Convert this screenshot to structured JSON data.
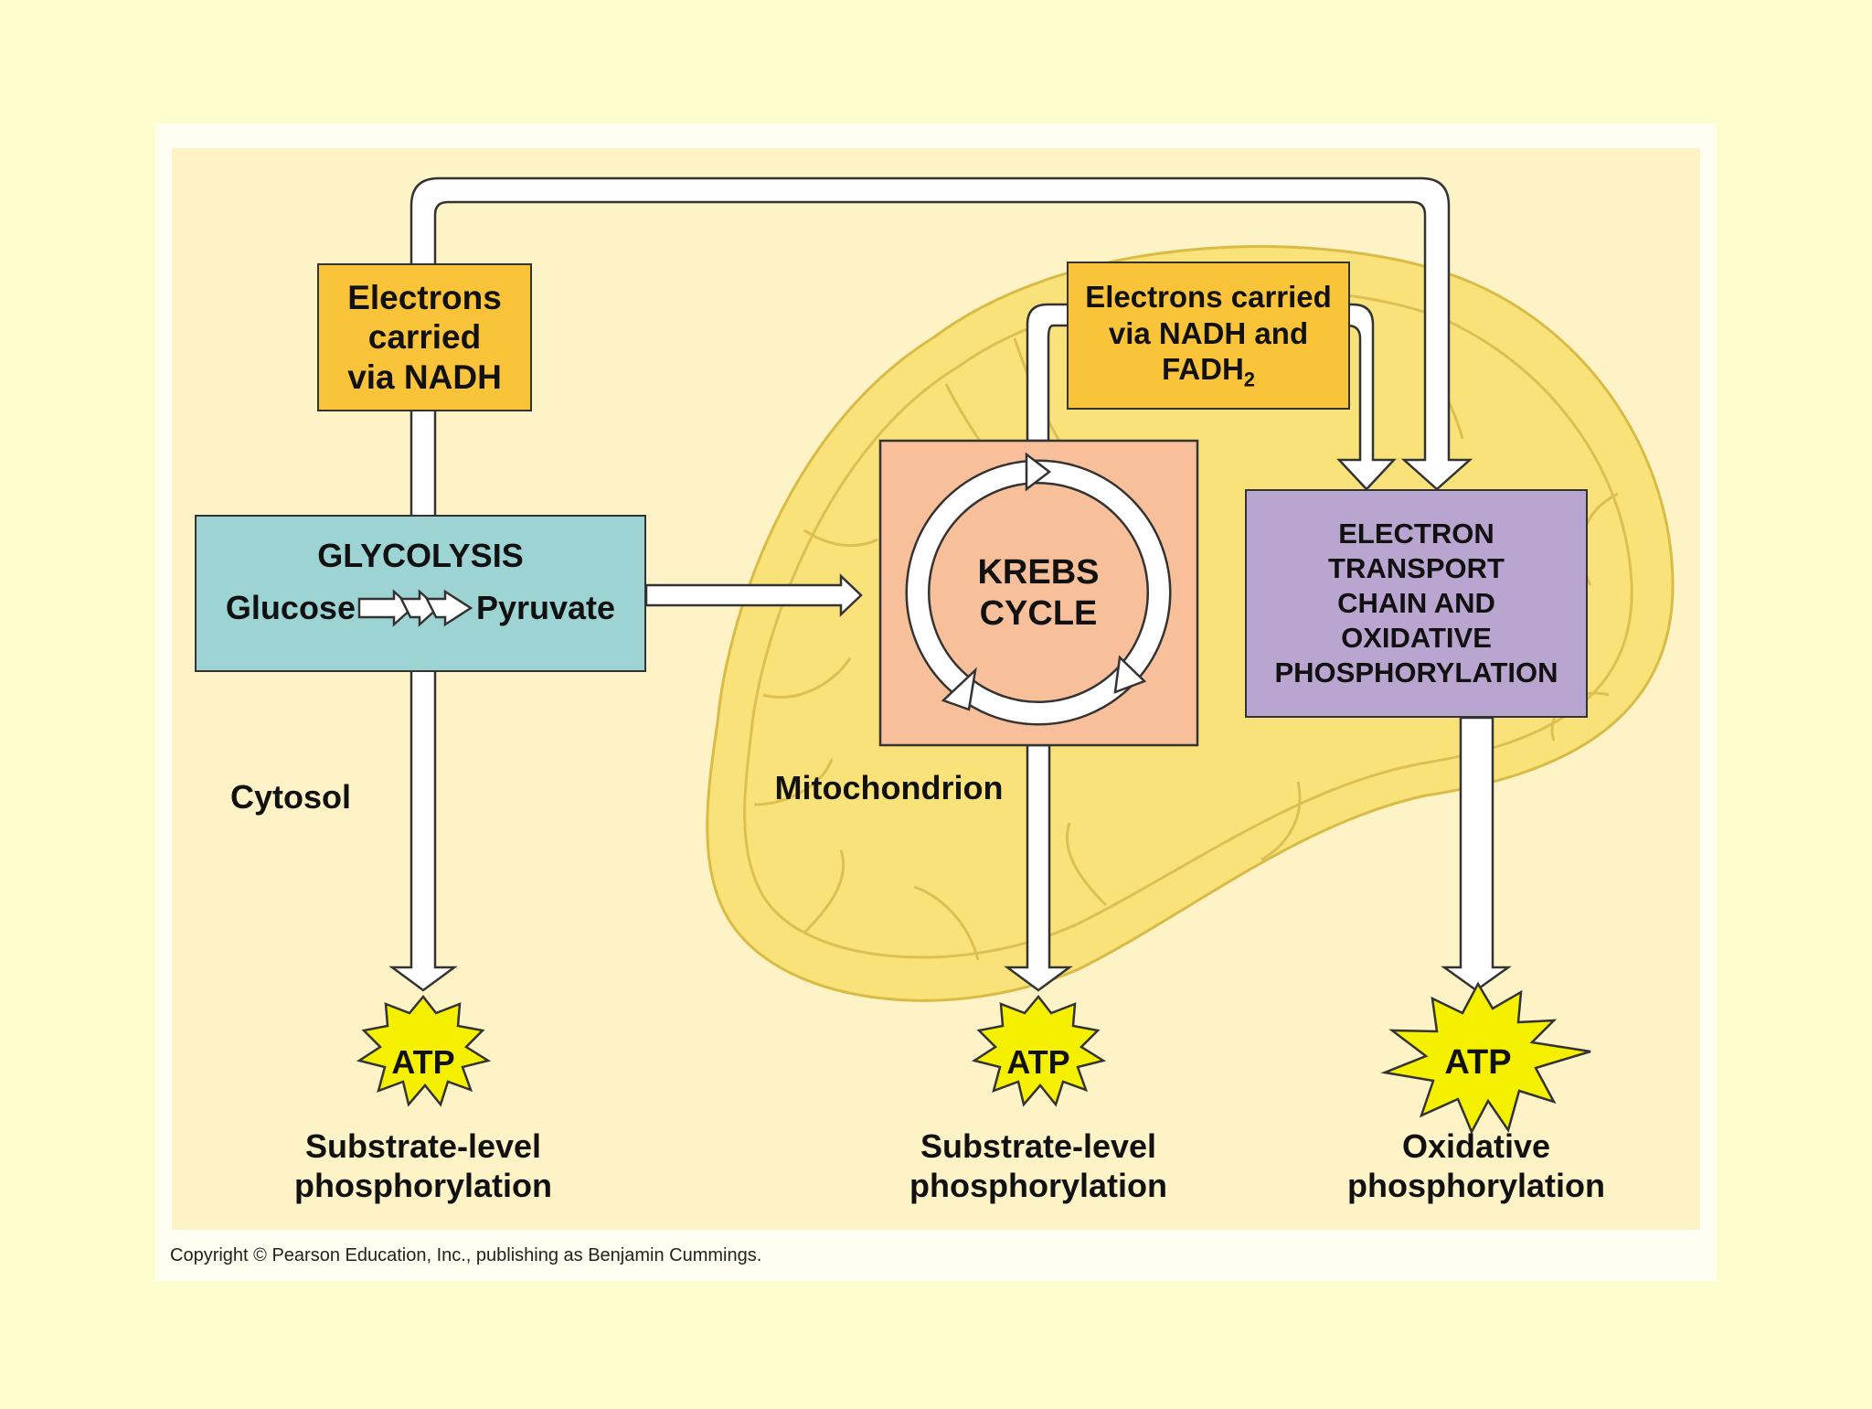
{
  "nadh_box": {
    "line1": "Electrons",
    "line2": "carried",
    "line3": "via NADH"
  },
  "nadh_fadh_box": {
    "line1": "Electrons carried",
    "line2": "via NADH and",
    "line3": "FADH",
    "sub": "2"
  },
  "glycolysis": {
    "title": "GLYCOLYSIS",
    "glucose": "Glucose",
    "pyruvate": "Pyruvate"
  },
  "krebs": {
    "line1": "KREBS",
    "line2": "CYCLE"
  },
  "etc": {
    "line1": "ELECTRON",
    "line2": "TRANSPORT",
    "line3": "CHAIN AND",
    "line4": "OXIDATIVE",
    "line5": "PHOSPHORYLATION"
  },
  "regions": {
    "cytosol": "Cytosol",
    "mitochondrion": "Mitochondrion"
  },
  "atp": {
    "label": "ATP"
  },
  "outputs": [
    {
      "line1": "Substrate-level",
      "line2": "phosphorylation"
    },
    {
      "line1": "Substrate-level",
      "line2": "phosphorylation"
    },
    {
      "line1": "Oxidative",
      "line2": "phosphorylation"
    }
  ],
  "copyright": "Copyright © Pearson Education, Inc., publishing as Benjamin Cummings.",
  "colors": {
    "page_bg": "#fffcce",
    "frame": "#fffef0",
    "panel": "#fdf3c6",
    "mitochondrion": "#f9e27a",
    "carrier_box": "#f9c33a",
    "glycolysis_box": "#9ed3d3",
    "krebs_box": "#f8c09a",
    "etc_box": "#b9a6d0",
    "atp_burst": "#f4f000"
  }
}
